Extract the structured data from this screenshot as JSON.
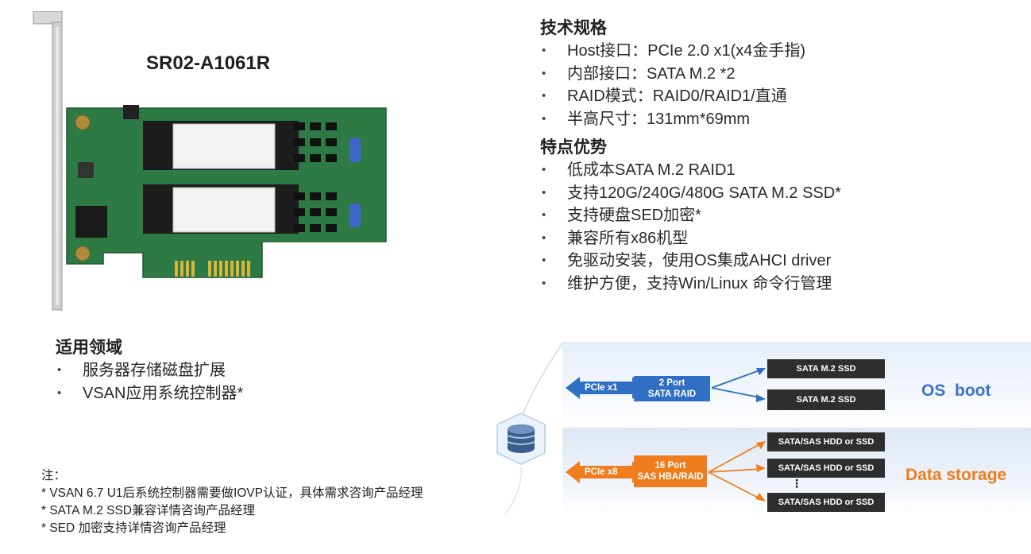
{
  "product": {
    "title": "SR02-A1061R"
  },
  "specs": {
    "heading": "技术规格",
    "items": [
      "Host接口：PCIe 2.0 x1(x4金手指)",
      "内部接口：SATA M.2 *2",
      "RAID模式：RAID0/RAID1/直通",
      "半高尺寸：131mm*69mm"
    ]
  },
  "features": {
    "heading": "特点优势",
    "items": [
      "低成本SATA M.2 RAID1",
      "支持120G/240G/480G  SATA M.2 SSD*",
      "支持硬盘SED加密*",
      "兼容所有x86机型",
      "免驱动安装，使用OS集成AHCI driver",
      "维护方便，支持Win/Linux 命令行管理"
    ]
  },
  "applications": {
    "heading": "适用领域",
    "items": [
      "服务器存储磁盘扩展",
      "VSAN应用系统控制器*"
    ]
  },
  "notes": [
    "注：",
    "* VSAN 6.7 U1后系统控制器需要做IOVP认证，具体需求咨询产品经理",
    "* SATA M.2 SSD兼容详情咨询产品经理",
    "* SED 加密支持详情咨询产品经理"
  ],
  "diagram": {
    "os_boot": {
      "host_label": "PCIe x1",
      "controller_line1": "2 Port",
      "controller_line2": "SATA RAID",
      "targets": [
        "SATA M.2 SSD",
        "SATA M.2 SSD"
      ],
      "label": "OS  boot"
    },
    "data_storage": {
      "host_label": "PCIe x8",
      "controller_line1": "16 Port",
      "controller_line2": "SAS HBA/RAID",
      "targets": [
        "SATA/SAS HDD or SSD",
        "SATA/SAS HDD or SSD",
        "SATA/SAS HDD or SSD"
      ],
      "ellipsis": "⋮",
      "label": "Data storage"
    }
  },
  "colors": {
    "blue": "#2f6fc4",
    "orange": "#ef7d1e",
    "pcb_green": "#2e7a45",
    "dark": "#2e2e2e"
  }
}
